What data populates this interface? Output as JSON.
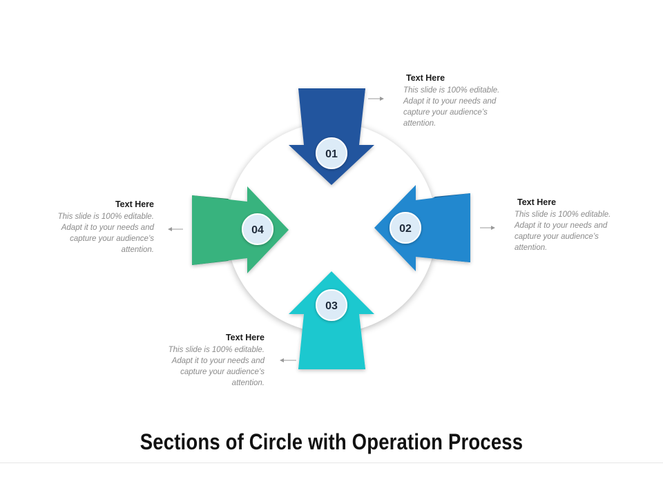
{
  "title": "Sections of Circle with Operation Process",
  "colors": {
    "step1": "#24549e",
    "step1_dark": "#17386e",
    "step2": "#2088cf",
    "step2_dark": "#135d95",
    "step3": "#1ec8cf",
    "step3_dark": "#0e8f95",
    "step4": "#39b37e",
    "step4_dark": "#237a55",
    "badge": "#dcebf7",
    "circle": "#ffffff"
  },
  "steps": [
    {
      "number": "01",
      "heading": "Text Here",
      "body": "This slide is 100% editable. Adapt it to your needs and capture your audience’s attention."
    },
    {
      "number": "02",
      "heading": "Text Here",
      "body": "This slide is 100% editable. Adapt it to your needs and capture your audience’s attention."
    },
    {
      "number": "03",
      "heading": "Text Here",
      "body": "This slide is 100% editable. Adapt it to your needs and capture your audience’s attention."
    },
    {
      "number": "04",
      "heading": "Text Here",
      "body": "This slide is 100% editable. Adapt it to your needs and capture your audience’s attention."
    }
  ]
}
